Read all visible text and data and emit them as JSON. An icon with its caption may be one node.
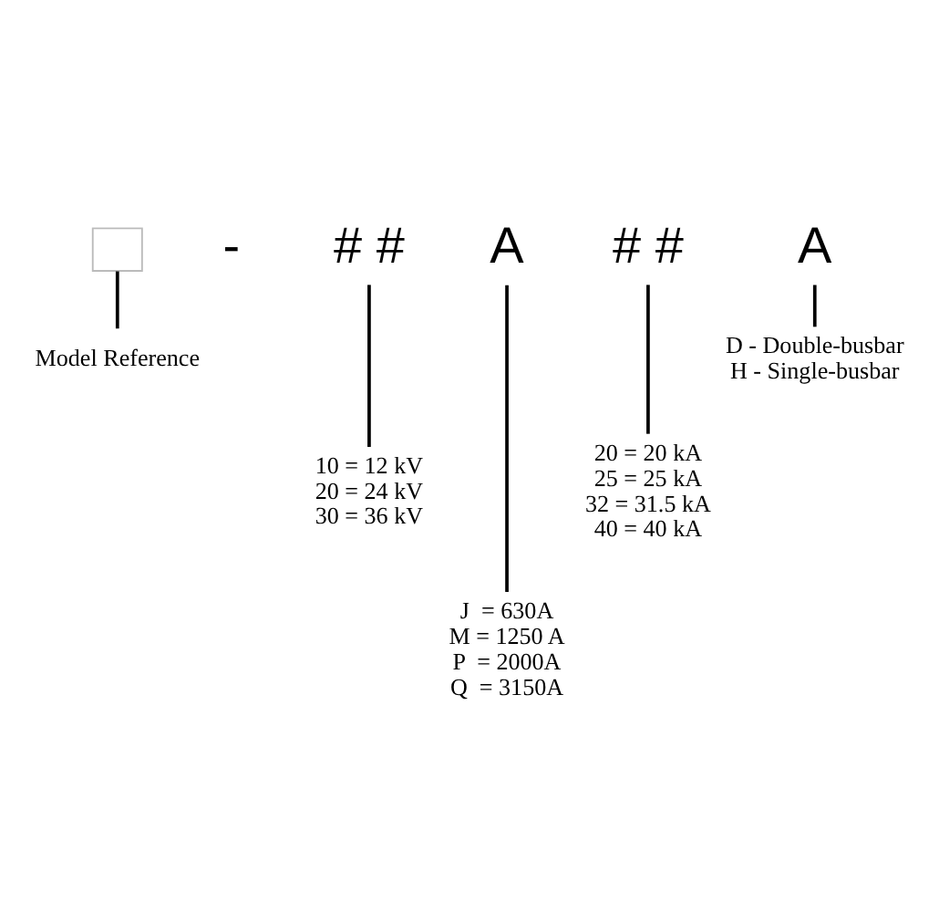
{
  "diagram": {
    "nodes": [
      {
        "text": [],
        "shape": "box"
      },
      {
        "text": [
          "# #"
        ]
      },
      {
        "text": [
          "A"
        ]
      },
      {
        "text": [
          "# #"
        ]
      },
      {
        "text": [
          "A"
        ]
      },
      {
        "text": [
          "Model Reference"
        ]
      },
      {
        "text": [
          "10 = 12 kV",
          "20 = 24 kV",
          "30 = 36 kV"
        ]
      },
      {
        "text": [
          "J  = 630A",
          "M = 1250 A",
          "P  = 2000A",
          "Q  = 3150A"
        ]
      },
      {
        "text": [
          "20 = 20 kA",
          "25 = 25 kA",
          "32 = 31.5 kA",
          "40 = 40 kA"
        ]
      },
      {
        "text": [
          "D - Double-busbar",
          "H - Single-busbar"
        ]
      }
    ],
    "edges": [
      {
        "from": 0,
        "to": 5,
        "arrow": "none"
      },
      {
        "from": 1,
        "to": 6,
        "arrow": "none"
      },
      {
        "from": 2,
        "to": 7,
        "arrow": "none"
      },
      {
        "from": 3,
        "to": 8,
        "arrow": "none"
      },
      {
        "from": 4,
        "to": 9,
        "arrow": "none"
      }
    ],
    "labels": [
      "-"
    ]
  }
}
